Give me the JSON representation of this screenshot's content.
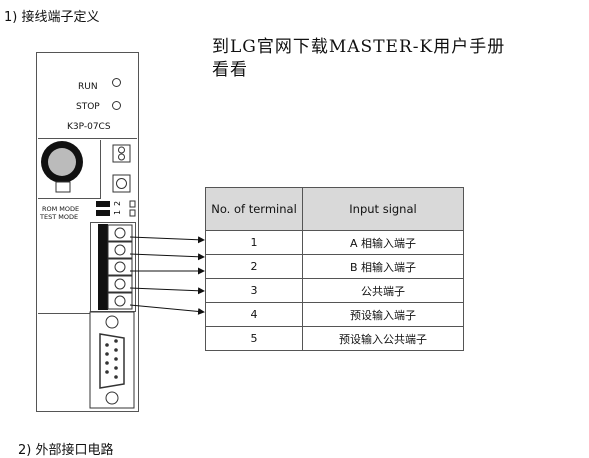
{
  "section_heading": "1)  接线端子定义",
  "note_lines": [
    "到LG官网下载MASTER-K用户手册",
    "看看"
  ],
  "module": {
    "run_label": "RUN",
    "stop_label": "STOP",
    "model": "K3P-07CS",
    "rom_mode": "ROM MODE",
    "test_mode": "TEST MODE",
    "dip_labels": [
      "2",
      "1"
    ]
  },
  "table": {
    "headers": [
      "No. of terminal",
      "Input signal"
    ],
    "rows": [
      {
        "no": "1",
        "signal": "A  相输入端子"
      },
      {
        "no": "2",
        "signal": "B  相输入端子"
      },
      {
        "no": "3",
        "signal": "公共端子"
      },
      {
        "no": "4",
        "signal": "预设输入端子"
      },
      {
        "no": "5",
        "signal": "预设输入公共端子"
      }
    ]
  },
  "footer_heading": "2)   外部接口电路"
}
